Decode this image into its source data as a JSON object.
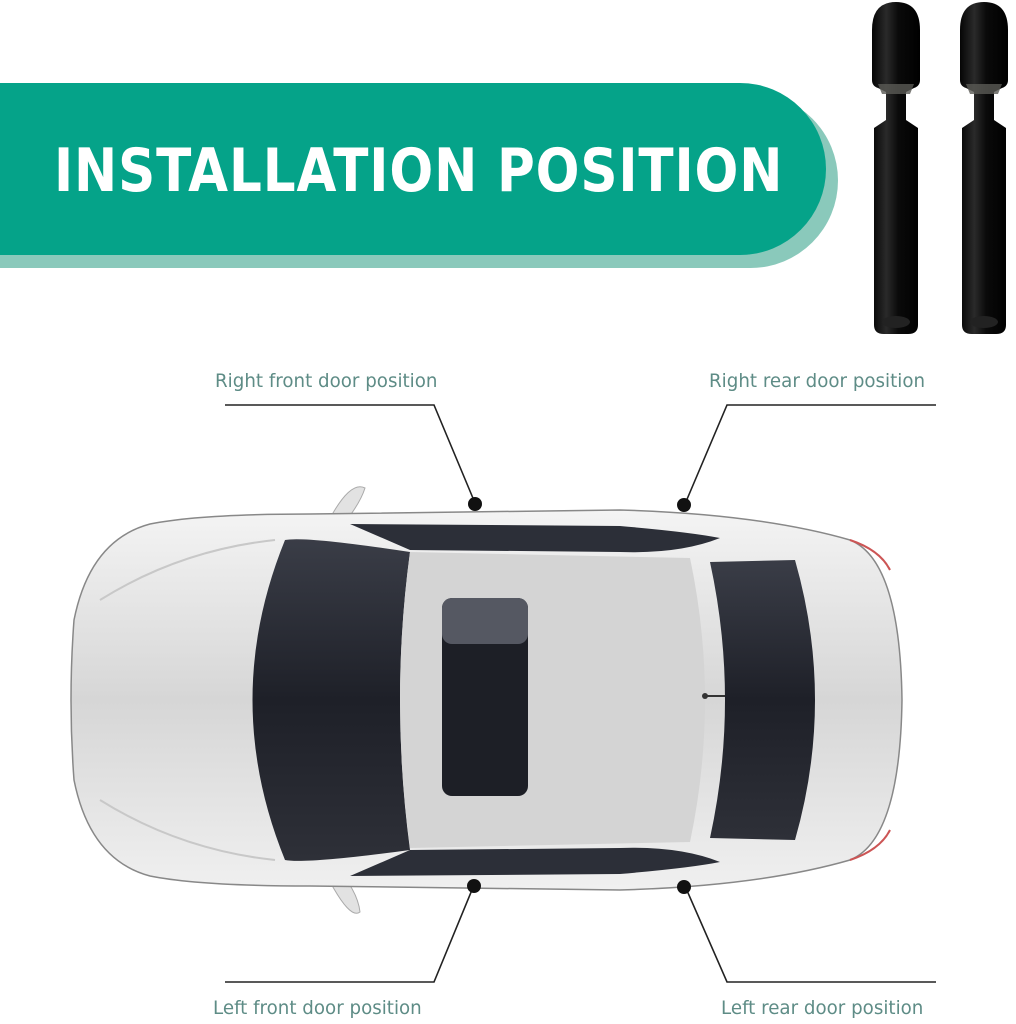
{
  "banner": {
    "title": "INSTALLATION POSITION",
    "color": "#05a389",
    "shadow_color": "#8ac9bb"
  },
  "product": {
    "name": "door-pin",
    "count": 2,
    "color": "#111111"
  },
  "positions": [
    {
      "id": "right-front",
      "label": "Right front door position"
    },
    {
      "id": "right-rear",
      "label": "Right rear door position"
    },
    {
      "id": "left-front",
      "label": "Left front door position"
    },
    {
      "id": "left-rear",
      "label": "Left rear door position"
    }
  ],
  "colors": {
    "label_text": "#5e8c86",
    "leader_line": "#222222"
  }
}
